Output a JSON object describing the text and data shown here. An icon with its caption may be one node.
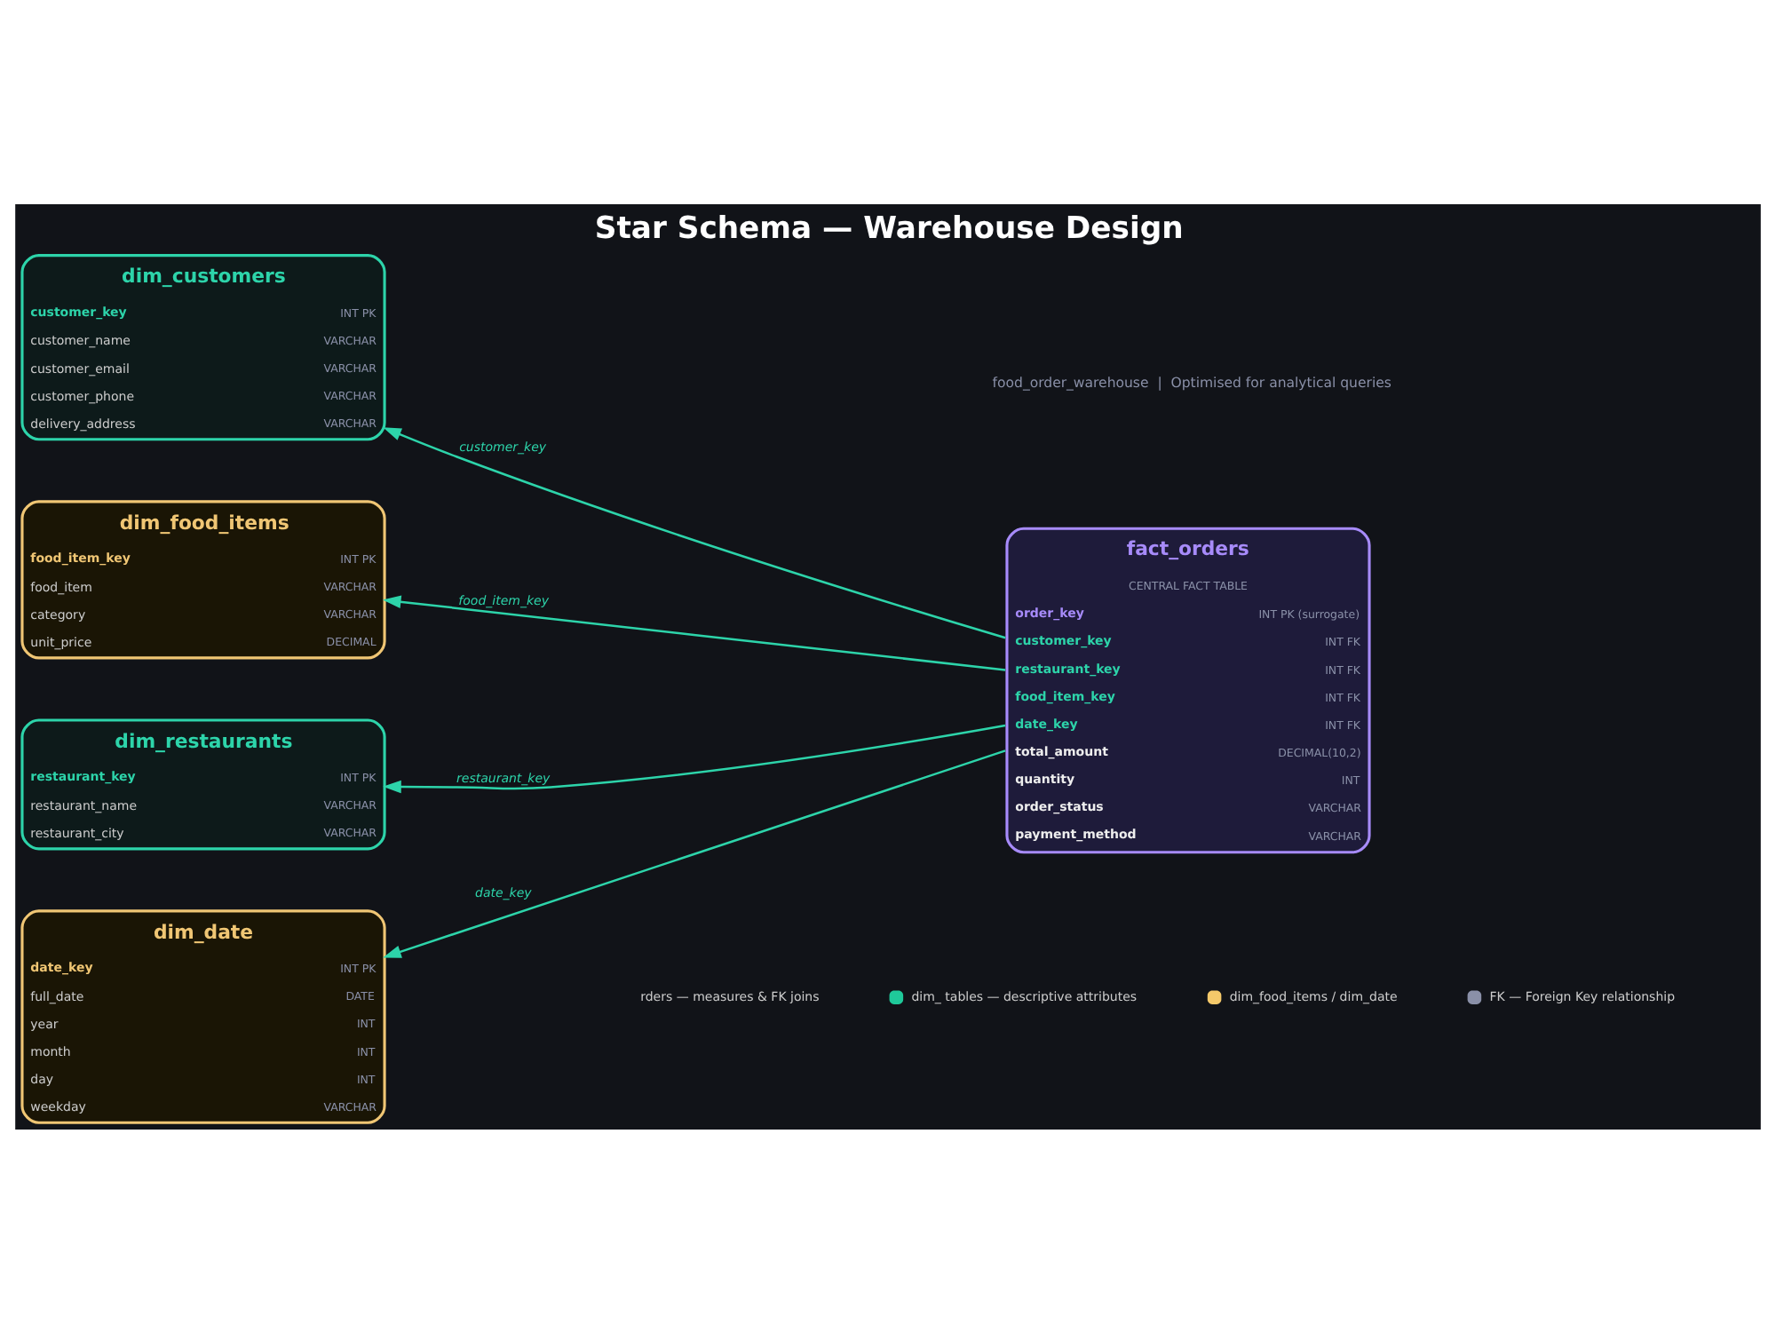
{
  "diagram": {
    "title": "Star Schema — Warehouse Design",
    "nodes": [
      {
        "text": [
          "dim_customers",
          "customer_key",
          "INT PK",
          "customer_name",
          "VARCHAR",
          "customer_email",
          "VARCHAR",
          "customer_phone",
          "VARCHAR",
          "delivery_address",
          "VARCHAR"
        ]
      },
      {
        "text": [
          "dim_food_items",
          "food_item_key",
          "INT PK",
          "food_item",
          "VARCHAR",
          "category",
          "VARCHAR",
          "unit_price",
          "DECIMAL"
        ]
      },
      {
        "text": [
          "fact_orders",
          "CENTRAL FACT TABLE",
          "order_key",
          "INT PK (surrogate)",
          "customer_key",
          "INT FK",
          "restaurant_key",
          "INT FK",
          "food_item_key",
          "INT FK",
          "date_key",
          "INT FK",
          "total_amount",
          "DECIMAL(10,2)",
          "quantity",
          "INT",
          "order_status",
          "VARCHAR",
          "payment_method",
          "VARCHAR"
        ]
      },
      {
        "text": [
          "dim_restaurants",
          "restaurant_key",
          "INT PK",
          "restaurant_name",
          "VARCHAR",
          "restaurant_city",
          "VARCHAR"
        ]
      },
      {
        "text": [
          "dim_date",
          "date_key",
          "INT PK",
          "full_date",
          "DATE",
          "year",
          "INT",
          "month",
          "INT",
          "day",
          "INT",
          "weekday",
          "VARCHAR"
        ]
      }
    ],
    "edges": [
      {
        "from": 2,
        "to": 0,
        "arrow": "to",
        "label": "customer_key"
      },
      {
        "from": 2,
        "to": 1,
        "arrow": "to",
        "label": "food_item_key"
      },
      {
        "from": 2,
        "to": 3,
        "arrow": "to",
        "label": "restaurant_key"
      },
      {
        "from": 2,
        "to": 4,
        "arrow": "to",
        "label": "date_key"
      }
    ],
    "labels": [
      "food_order_warehouse  |  Optimised for analytical queries"
    ],
    "legend": [
      {
        "text": "rders — measures & FK joins"
      },
      {
        "text": "dim_ tables — descriptive attributes",
        "color": "#1fc99a"
      },
      {
        "text": "dim_food_items / dim_date",
        "color": "#f5c96a"
      },
      {
        "text": "FK — Foreign Key relationship",
        "color": "#8a90a8"
      }
    ]
  }
}
